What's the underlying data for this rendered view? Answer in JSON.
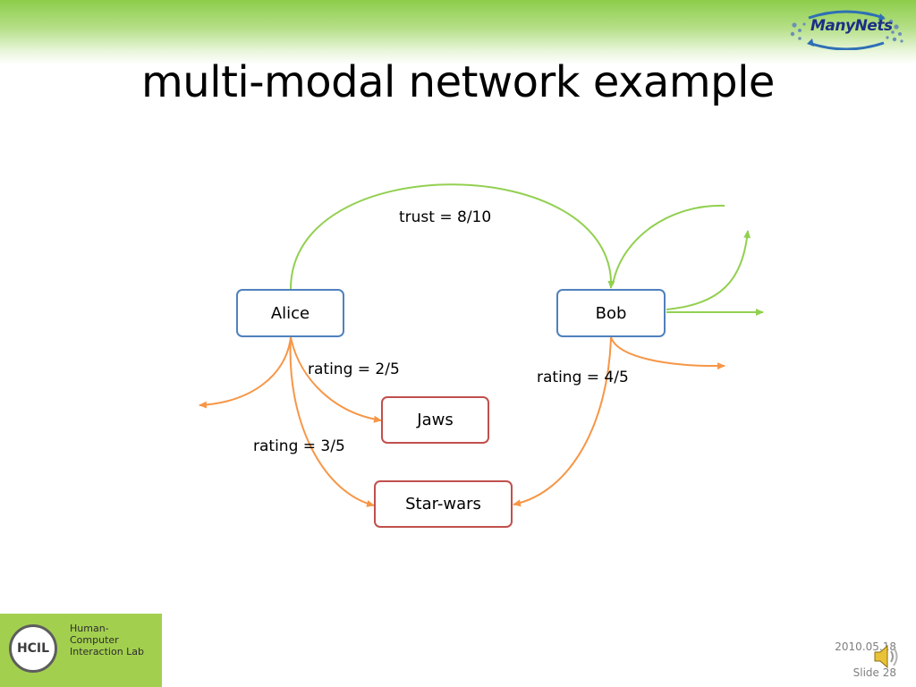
{
  "slide": {
    "title": "multi-modal network example",
    "logo_text": "ManyNets",
    "footer": {
      "date": "2010.05.18",
      "slide_number": "Slide 28"
    },
    "lab": {
      "abbrev": "HCIL",
      "name_lines": [
        "Human-",
        "Computer",
        "Interaction Lab"
      ]
    }
  },
  "diagram": {
    "nodes": [
      {
        "id": "alice",
        "label": "Alice",
        "kind": "person"
      },
      {
        "id": "bob",
        "label": "Bob",
        "kind": "person"
      },
      {
        "id": "jaws",
        "label": "Jaws",
        "kind": "movie"
      },
      {
        "id": "starwars",
        "label": "Star-wars",
        "kind": "movie"
      }
    ],
    "edges": [
      {
        "from": "alice",
        "to": "bob",
        "label": "trust = 8/10",
        "type": "trust"
      },
      {
        "from": "alice",
        "to": "jaws",
        "label": "rating = 2/5",
        "type": "rating"
      },
      {
        "from": "alice",
        "to": "starwars",
        "label": "rating = 3/5",
        "type": "rating"
      },
      {
        "from": "bob",
        "to": "starwars",
        "label": "rating = 4/5",
        "type": "rating"
      }
    ],
    "colors": {
      "trust_edge": "#92d050",
      "rating_edge": "#f79646",
      "person_border": "#4f81bd",
      "movie_border": "#c0504d"
    }
  }
}
